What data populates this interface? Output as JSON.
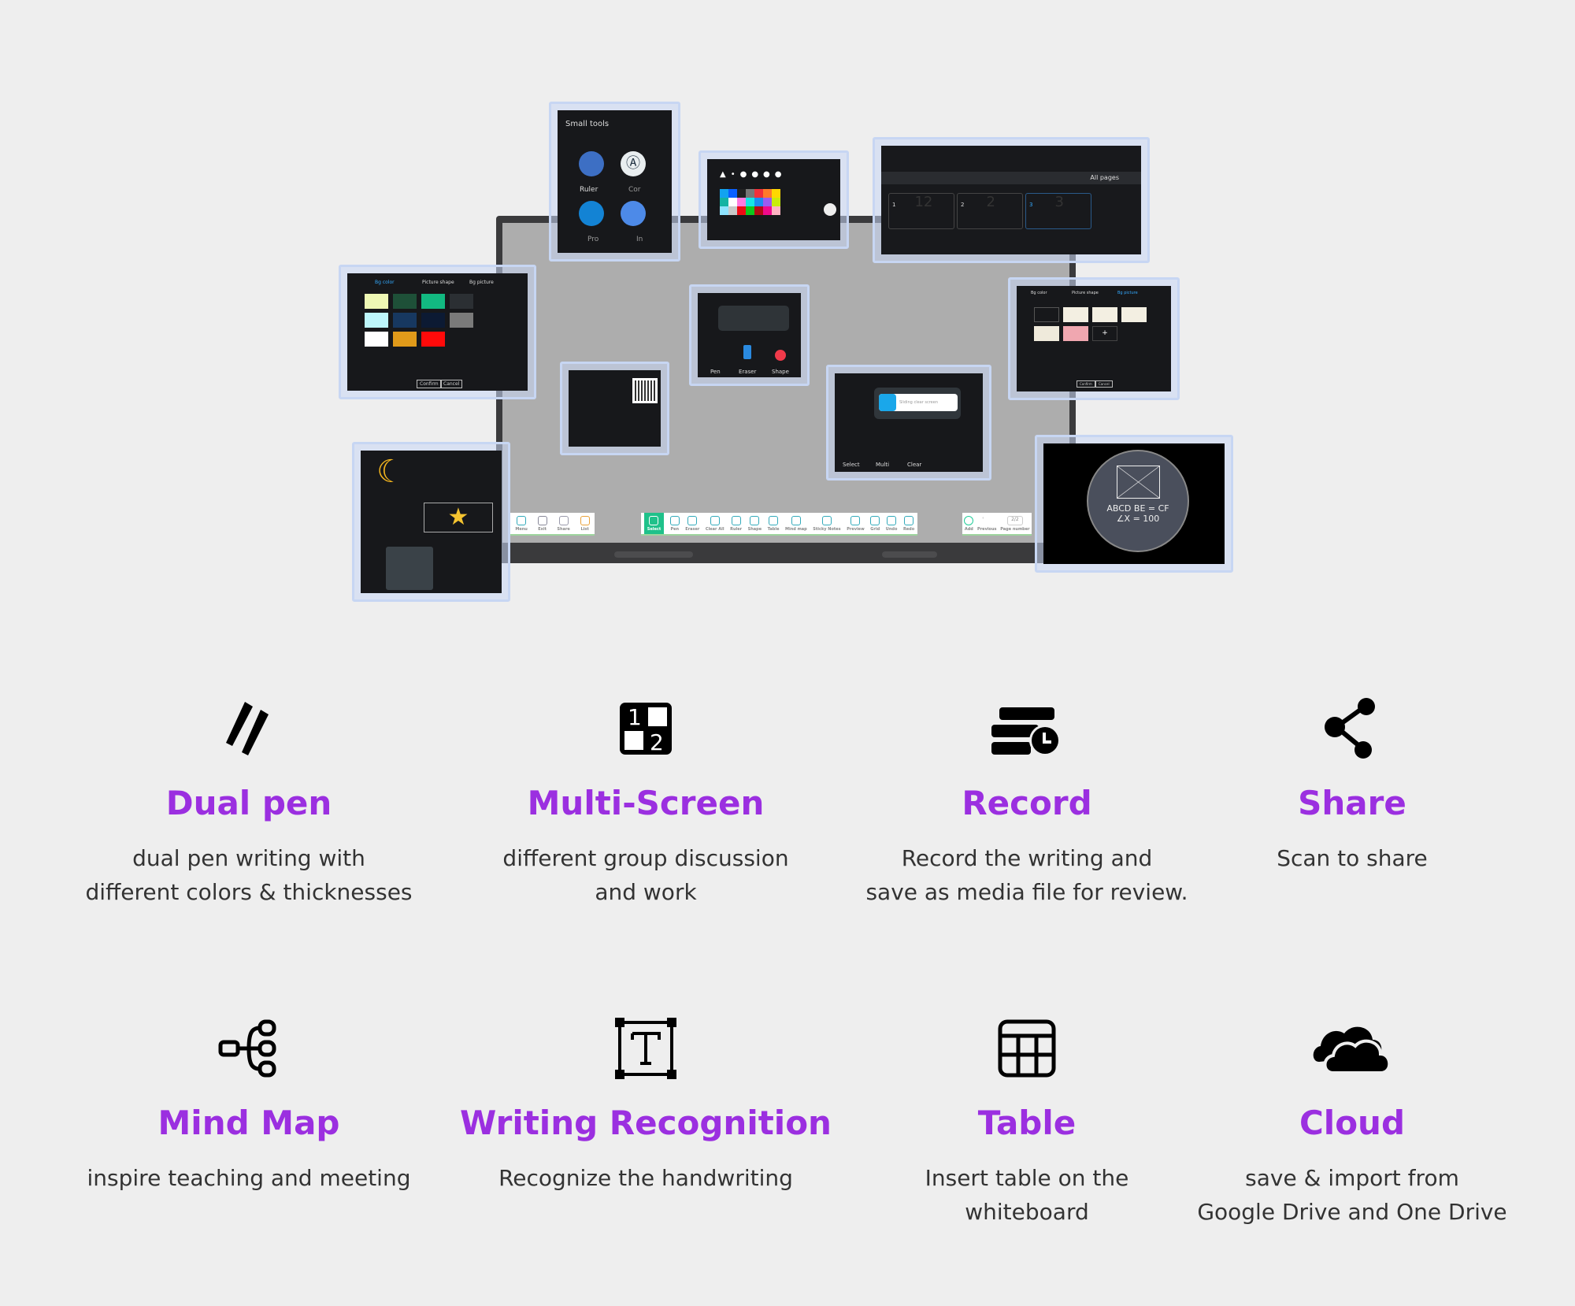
{
  "collage": {
    "small_tools": {
      "title": "Small tools",
      "items": [
        "Ruler",
        "Cor",
        "Pro",
        "In"
      ]
    },
    "all_pages": {
      "title": "All pages",
      "pages": [
        "1",
        "2",
        "3"
      ],
      "handwriting": [
        "12",
        "2",
        "3"
      ]
    },
    "bg_panel": {
      "tabs": [
        "Bg color",
        "Picture shape",
        "Bg picture"
      ],
      "confirm": "Confirm",
      "cancel": "Cancel"
    },
    "eraser_panel": {
      "items": [
        "Pen",
        "Eraser",
        "Shape"
      ]
    },
    "clear_panel": {
      "toggle": "Sliding clear screen",
      "items": [
        "Select",
        "Multi",
        "Clear"
      ]
    },
    "geometry": {
      "text1": "ABCD BE = CF",
      "text2": "∠X = 100"
    },
    "toolbar_left": [
      "Menu",
      "Exit",
      "Share",
      "List"
    ],
    "toolbar_main": [
      "Select",
      "Pen",
      "Eraser",
      "Clear All",
      "Ruler",
      "Shape",
      "Table",
      "Mind map",
      "Sticky Notes",
      "Preview",
      "Grid",
      "Undo",
      "Redo"
    ],
    "toolbar_right": {
      "items": [
        "Add",
        "Previous"
      ],
      "page": "2/2",
      "page_label": "Page number"
    },
    "colors": {
      "bg_colors": [
        "#eef7b4",
        "#1e5038",
        "#12b981",
        "#2b2f33",
        "#bdf6fb",
        "#173860",
        "#0c1a33",
        "#7a7a7a",
        "#ffffff",
        "#e09a1a",
        "#ff0a0a"
      ],
      "palette": [
        "#12a3f0",
        "#0a60ff",
        "#222",
        "#777",
        "#f0303a",
        "#ff7a2a",
        "#ffd800",
        "#14b3a3",
        "#ffffff",
        "#ff7ae0",
        "#14e6e6",
        "#1b8ef0",
        "#9c5cf0",
        "#c8ec0a",
        "#8ee3ff",
        "#c8c8c8",
        "#f00a14",
        "#0ec81e",
        "#b30a14",
        "#f00a8c",
        "#ffb3c3"
      ]
    }
  },
  "features": [
    {
      "icon": "dual-pen-icon",
      "title": "Dual pen",
      "desc": [
        "dual pen writing with",
        "different colors & thicknesses"
      ]
    },
    {
      "icon": "multi-screen-icon",
      "title": "Multi-Screen",
      "desc": [
        "different group discussion",
        "and work"
      ]
    },
    {
      "icon": "record-icon",
      "title": "Record",
      "desc": [
        "Record the writing and",
        "save as media file for review."
      ]
    },
    {
      "icon": "share-icon",
      "title": "Share",
      "desc": [
        "Scan to share"
      ]
    },
    {
      "icon": "mind-map-icon",
      "title": "Mind Map",
      "desc": [
        "inspire teaching and meeting"
      ]
    },
    {
      "icon": "writing-recognition-icon",
      "title": "Writing Recognition",
      "desc": [
        "Recognize the handwriting"
      ]
    },
    {
      "icon": "table-icon",
      "title": "Table",
      "desc": [
        "Insert table on the",
        "whiteboard"
      ]
    },
    {
      "icon": "cloud-icon",
      "title": "Cloud",
      "desc": [
        "save & import from",
        "Google Drive and One Drive"
      ]
    }
  ],
  "accent": "#9b2fe0"
}
